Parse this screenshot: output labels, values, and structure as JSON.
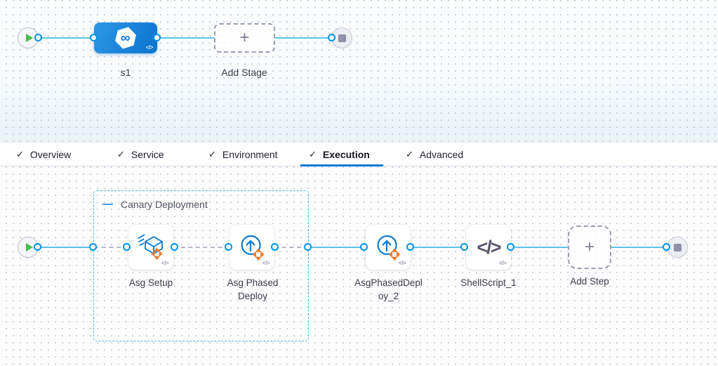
{
  "icons": {
    "check": "✓",
    "plus": "+",
    "collapse": "—",
    "code_badge": "</>",
    "infinity": "∞",
    "shell_glyph": "</>"
  },
  "pipeline": {
    "stages": [
      {
        "label": "s1"
      }
    ],
    "add_stage_label": "Add Stage"
  },
  "tabs": [
    {
      "label": "Overview",
      "checked": true,
      "active": false
    },
    {
      "label": "Service",
      "checked": true,
      "active": false
    },
    {
      "label": "Environment",
      "checked": true,
      "active": false
    },
    {
      "label": "Execution",
      "checked": true,
      "active": true
    },
    {
      "label": "Advanced",
      "checked": true,
      "active": false
    }
  ],
  "execution": {
    "group_label": "Canary Deployment",
    "steps": [
      {
        "label": "Asg Setup",
        "icon": "asg-setup-icon"
      },
      {
        "label": "Asg Phased Deploy",
        "icon": "asg-phased-deploy-icon"
      },
      {
        "label": "AsgPhasedDeploy_2",
        "icon": "asg-phased-deploy-icon"
      },
      {
        "label": "ShellScript_1",
        "icon": "shell-script-icon"
      }
    ],
    "add_step_label": "Add Step"
  },
  "colors": {
    "accent": "#0278D5",
    "connector_line": "#5CC2EA",
    "port_border": "#0092E4",
    "group_border": "#41B7E5",
    "move_orange": "#EE7C2E",
    "play_green": "#4CBD4F",
    "tab_underline": "#0278D5"
  }
}
